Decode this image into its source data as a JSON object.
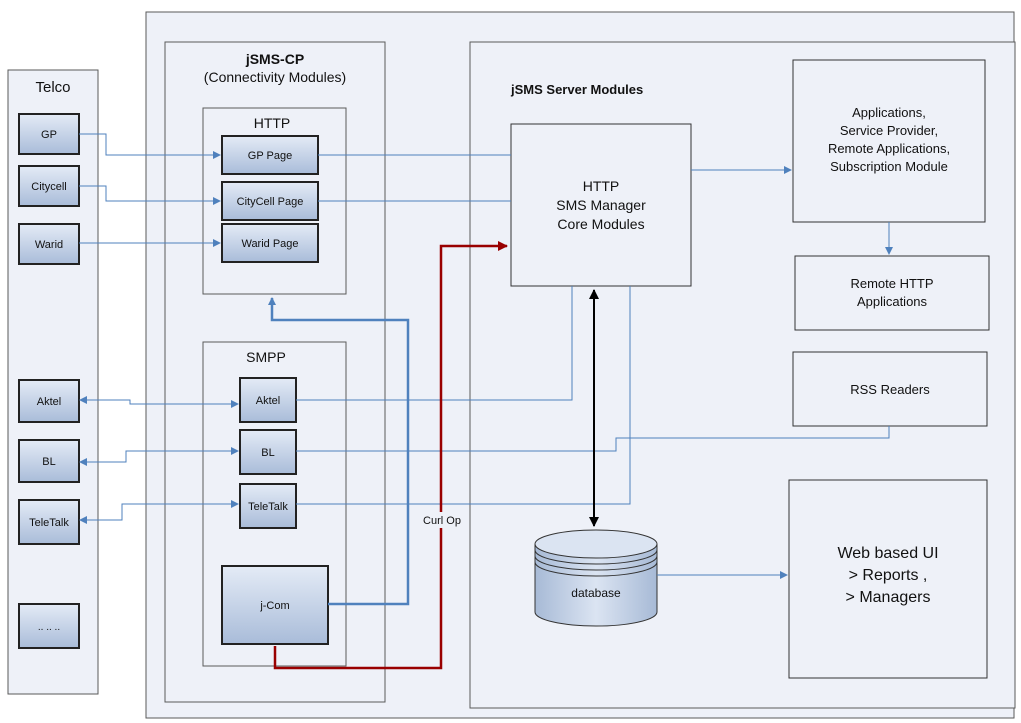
{
  "telco": {
    "title": "Telco",
    "operators": [
      "GP",
      "Citycell",
      "Warid",
      "Aktel",
      "BL",
      "TeleTalk",
      ".. .. .."
    ]
  },
  "jsms_cp": {
    "title": "jSMS-CP",
    "subtitle": "(Connectivity Modules)",
    "http": {
      "title": "HTTP",
      "pages": [
        "GP Page",
        "CityCell Page",
        "Warid Page"
      ]
    },
    "smpp": {
      "title": "SMPP",
      "links": [
        "Aktel",
        "BL",
        "TeleTalk"
      ],
      "jcom": "j-Com"
    }
  },
  "server": {
    "title": "jSMS Server Modules",
    "core": [
      "HTTP",
      "SMS Manager",
      "Core Modules"
    ],
    "applications": [
      "Applications,",
      "Service Provider,",
      "Remote Applications,",
      "Subscription Module"
    ],
    "remote_http": [
      "Remote HTTP",
      "Applications"
    ],
    "rss": "RSS Readers",
    "database": "database",
    "web_ui": [
      "Web based UI",
      "> Reports ,",
      "> Managers"
    ]
  },
  "curl_label": "Curl Op",
  "colors": {
    "panel": "#eef1f8",
    "box": "#c9d5e8",
    "connector": "#4f81bd",
    "curl": "#990000",
    "db_link": "#000000"
  }
}
